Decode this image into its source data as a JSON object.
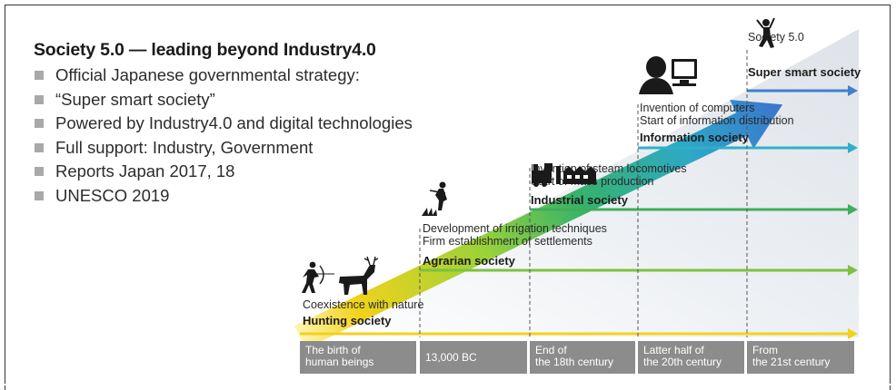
{
  "slide": {
    "heading": "Society 5.0 — leading beyond Industry4.0",
    "bullets": [
      "Official Japanese governmental strategy:",
      "“Super smart society”",
      "Powered by Industry4.0 and digital technologies",
      "Full support: Industry, Government",
      "Reports Japan 2017, 18",
      "UNESCO 2019"
    ]
  },
  "diagram": {
    "stages": [
      {
        "lines": [
          "Coexistence with nature"
        ],
        "title": "Hunting society",
        "color": "#f2d21b"
      },
      {
        "lines": [
          "Development of irrigation techniques",
          "Firm establishment of settlements"
        ],
        "title": "Agrarian society",
        "color": "#7cc242"
      },
      {
        "lines": [
          "Invention of steam locomotives",
          "Start of mass production"
        ],
        "title": "Industrial society",
        "color": "#3fae5a"
      },
      {
        "lines": [
          "Invention of computers",
          "Start of information distribution"
        ],
        "title": "Information society",
        "color": "#2fb0c8"
      },
      {
        "lines": [
          "Society 5.0"
        ],
        "title": "Super smart society",
        "color": "#3f7fd0"
      }
    ],
    "eras": [
      [
        "The birth of",
        "human beings"
      ],
      [
        "13,000 BC"
      ],
      [
        "End of",
        "the 18th century"
      ],
      [
        "Latter half of",
        "the 20th century"
      ],
      [
        "From",
        "the 21st century"
      ]
    ],
    "icons": [
      "hunter-deer-icon",
      "farmer-icon",
      "factory-train-icon",
      "computer-user-icon",
      "jumping-person-icon"
    ]
  }
}
